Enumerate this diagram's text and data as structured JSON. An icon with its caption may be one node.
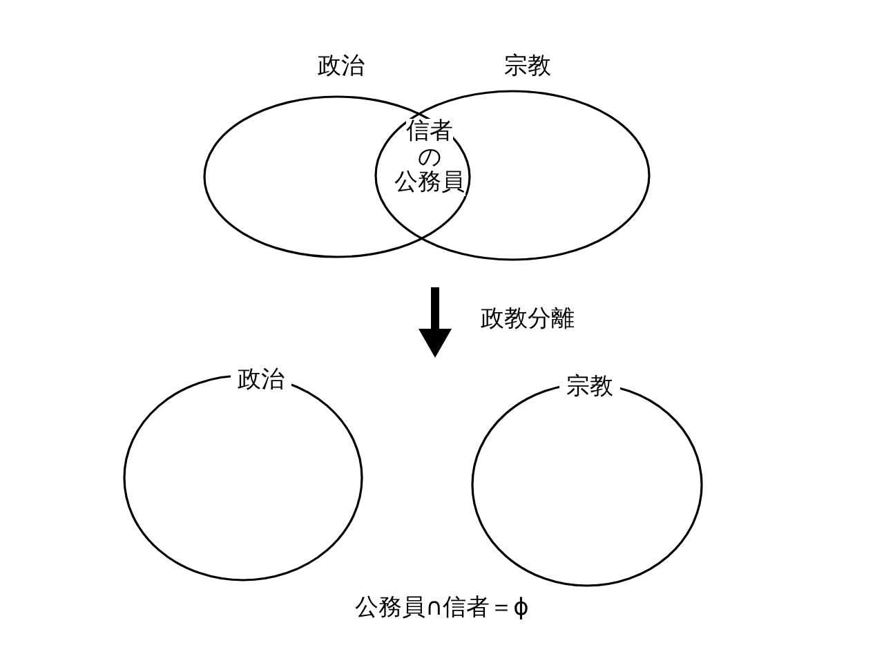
{
  "diagram": {
    "nodes": [
      {
        "text": [
          "政治"
        ]
      },
      {
        "text": [
          "宗教"
        ]
      },
      {
        "text": [
          "信者の公務員"
        ]
      },
      {
        "text": [
          "政治"
        ]
      },
      {
        "text": [
          "宗教"
        ]
      }
    ],
    "edges": [],
    "labels": [
      "政教分離",
      "公務員∩信者＝ϕ"
    ]
  }
}
